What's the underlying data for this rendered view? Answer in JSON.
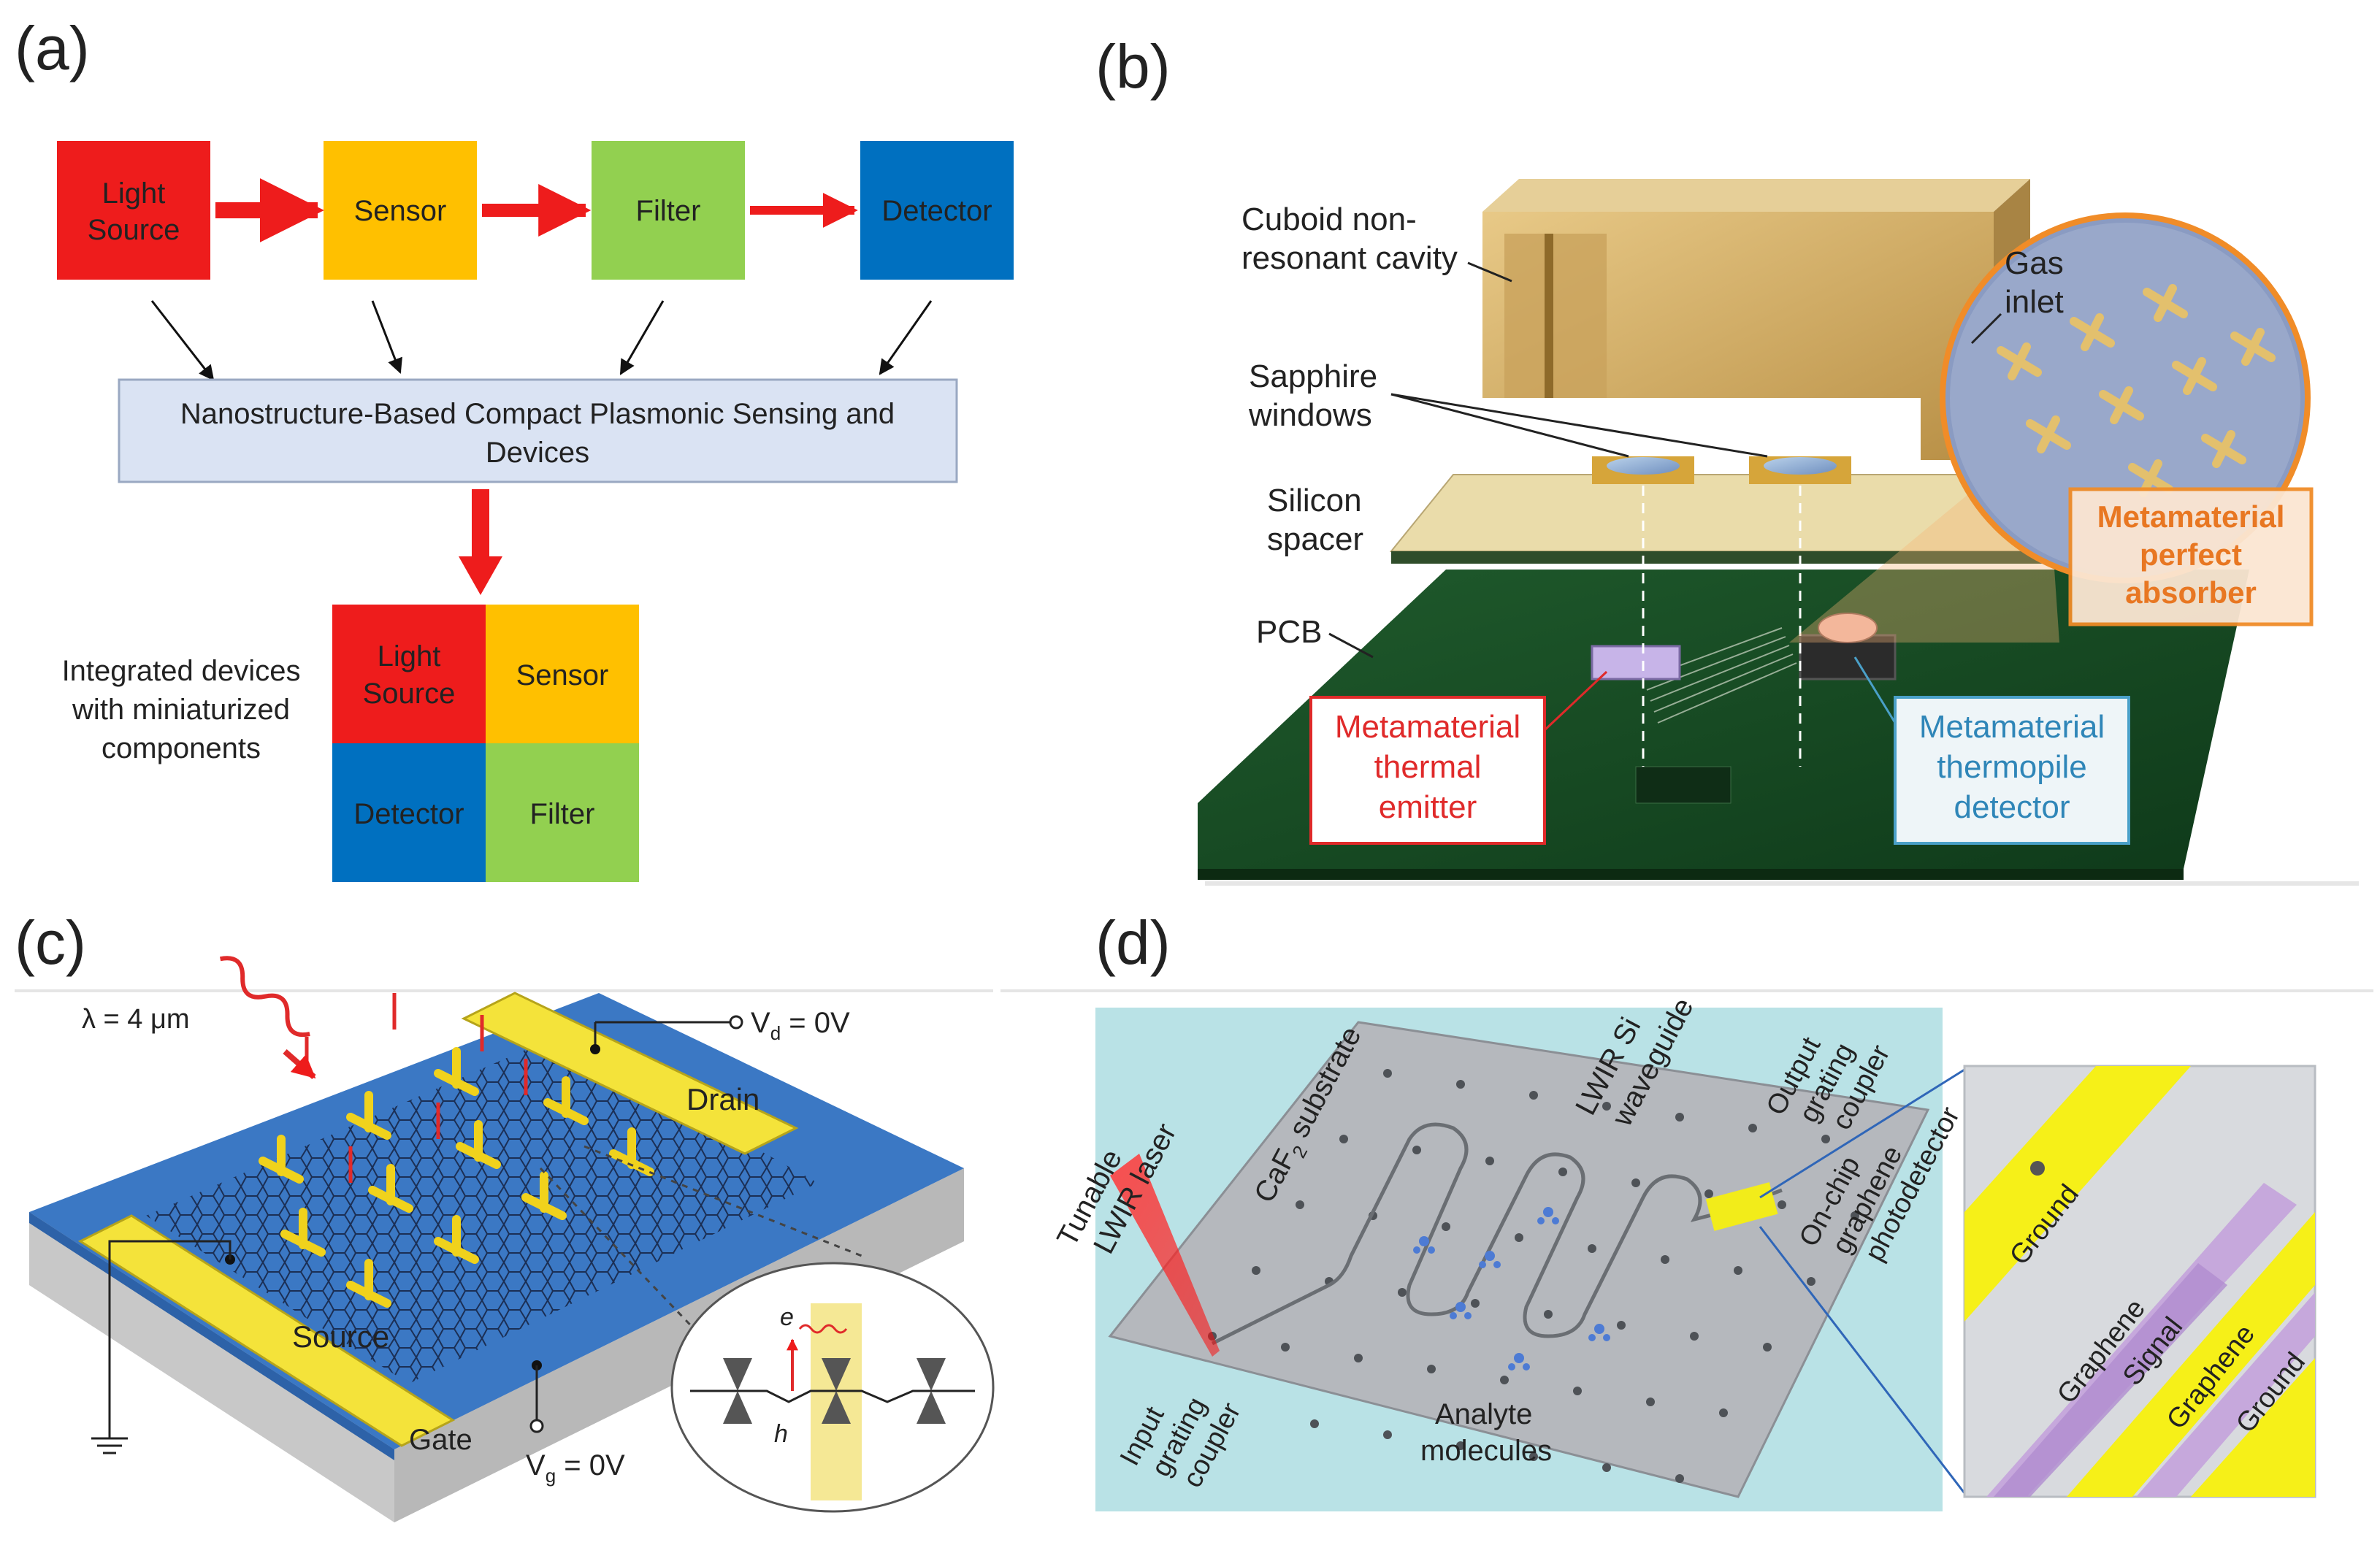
{
  "panel_a": {
    "panel_label": "(a)",
    "chain": {
      "light_source_line1": "Light",
      "light_source_line2": "Source",
      "sensor": "Sensor",
      "filter": "Filter",
      "detector": "Detector"
    },
    "nano_box_line1": "Nanostructure-Based Compact Plasmonic Sensing and",
    "nano_box_line2": "Devices",
    "integrated_line1": "Integrated devices",
    "integrated_line2": "with miniaturized",
    "integrated_line3": "components",
    "grid": {
      "light_line1": "Light",
      "light_line2": "Source",
      "sensor": "Sensor",
      "detector": "Detector",
      "filter": "Filter"
    },
    "colors": {
      "red": "#ee1c1c",
      "yellow": "#ffc000",
      "green": "#92d050",
      "blue": "#0070c0",
      "box": "#dae3f3"
    }
  },
  "panel_b": {
    "panel_label": "(b)",
    "cavity_line1": "Cuboid non-",
    "cavity_line2": "resonant cavity",
    "gas_line1": "Gas",
    "gas_line2": "inlet",
    "windows_line1": "Sapphire",
    "windows_line2": "windows",
    "spacer_line1": "Silicon",
    "spacer_line2": "spacer",
    "pcb": "PCB",
    "absorber_line1": "Metamaterial",
    "absorber_line2": "perfect",
    "absorber_line3": "absorber",
    "emitter_line1": "Metamaterial",
    "emitter_line2": "thermal",
    "emitter_line3": "emitter",
    "detector_line1": "Metamaterial",
    "detector_line2": "thermopile",
    "detector_line3": "detector"
  },
  "panel_c": {
    "panel_label": "(c)",
    "wavelength": "λ = 4 μm",
    "vd": "V",
    "vd_sub": "d",
    "vd_val": " = 0V",
    "vg": "V",
    "vg_sub": "g",
    "vg_val": " = 0V",
    "drain": "Drain",
    "source": "Source",
    "gate": "Gate",
    "electron": "e",
    "hole": "h"
  },
  "panel_d": {
    "panel_label": "(d)",
    "laser_line1": "Tunable",
    "laser_line2": "LWIR laser",
    "substrate": "CaF",
    "substrate_sub": "2",
    "substrate_rest": " substrate",
    "waveguide_line1": "LWIR Si",
    "waveguide_line2": "waveguide",
    "output_line1": "Output",
    "output_line2": "grating",
    "output_line3": "coupler",
    "detector_line1": "On-chip",
    "detector_line2": "graphene",
    "detector_line3": "photodetector",
    "input_line1": "Input",
    "input_line2": "grating",
    "input_line3": "coupler",
    "analyte_line1": "Analyte",
    "analyte_line2": "molecules",
    "ground1": "Ground",
    "graphene1": "Graphene",
    "signal": "Signal",
    "graphene2": "Graphene",
    "ground2": "Ground"
  }
}
